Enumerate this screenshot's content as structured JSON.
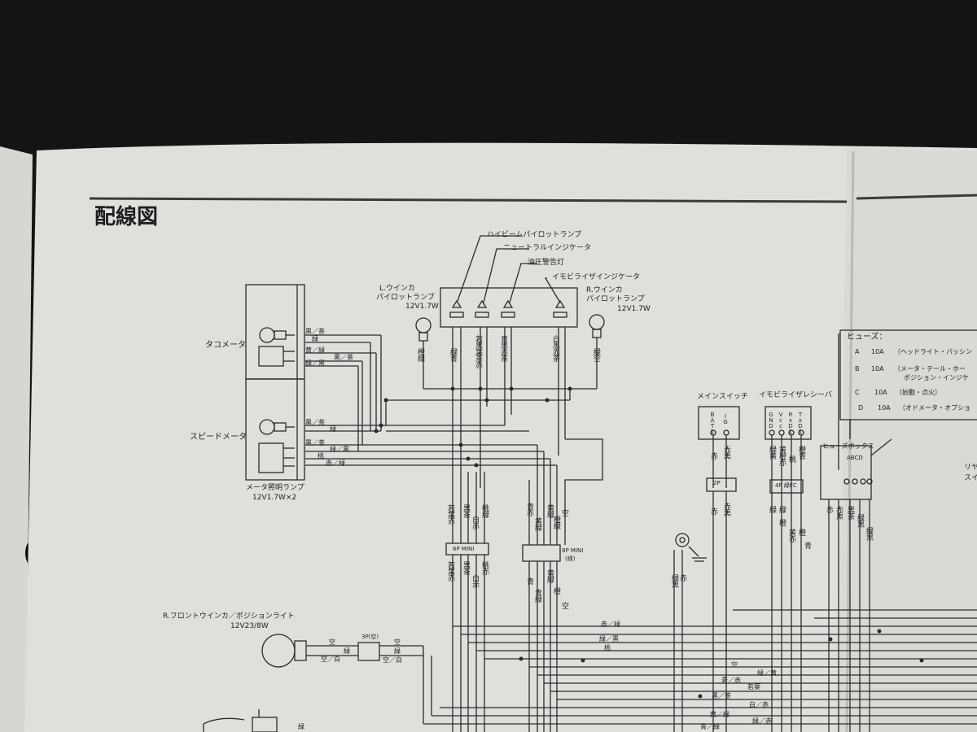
{
  "page": {
    "title": "配線図"
  },
  "indicators": {
    "high_beam": "ハイビームパイロットランプ",
    "neutral": "ニュートラルインジケータ",
    "oil": "油圧警告灯",
    "immobilizer": "イモビライザインジケータ"
  },
  "left_pilot": {
    "name": "L.ウインカ",
    "sub": "パイロットランプ",
    "spec": "12V1.7W"
  },
  "right_pilot": {
    "name": "R.ウインカ",
    "sub": "パイロットランプ",
    "spec": "12V1.7W"
  },
  "meters": {
    "tacho": "タコメータ",
    "speedo": "スピードメータ",
    "illum": "メータ照明ランプ",
    "illum_spec": "12V1.7W×2"
  },
  "front": {
    "name": "R.フロントウインカ／ポジションライト",
    "spec": "12V23/8W"
  },
  "main_switch": {
    "title": "メインスイッチ",
    "t1": "BAT1",
    "t2": "IG"
  },
  "immob": {
    "title": "イモビライザレシーバ",
    "t1": "GND",
    "t2": "Vcc",
    "t3": "RxD1",
    "t4": "TxD1"
  },
  "fuse": {
    "header": "ヒューズ：",
    "rows": [
      {
        "k": "A",
        "amp": "10A",
        "d": "（ヘッドライト・パッシン"
      },
      {
        "k": "B",
        "amp": "10A",
        "d": "（メータ・テール・ホー"
      },
      {
        "k": "",
        "amp": "",
        "d": "ポジション・インジケ"
      },
      {
        "k": "C",
        "amp": "10A",
        "d": "（始動・点火）"
      },
      {
        "k": "D",
        "amp": "10A",
        "d": "（オドメータ・オプショ"
      }
    ],
    "box": "ヒューズボックス",
    "abcd": "ABCD"
  },
  "connectors": {
    "c6p": "6P MINI",
    "c8p": "8P MINI",
    "c8p_sub": "(緑)",
    "c3p": "3P(空)",
    "c2p": "2P",
    "c4p": "4P 緑FC"
  },
  "right_edge": {
    "r1": "リヤ",
    "r2": "スイ"
  },
  "wires": {
    "kuro_cha": "黒／茶",
    "midori": "緑",
    "ki_midori": "黄／緑",
    "midori_kuro": "緑／黒",
    "midori_kuro2": "緑／黒",
    "momo": "桃",
    "aka_midori": "赤／緑",
    "sora": "空",
    "sora_shiro": "空／白",
    "aka_midori2": "赤／緑",
    "midori_kuro3": "緑／黒",
    "momo2": "桃",
    "sora2": "空",
    "midori_ki": "緑／黄",
    "ao_aka": "青／赤",
    "wakaba": "若葉",
    "kuro_cha2": "黒／茶",
    "shiro_aka": "白／赤",
    "ki_midori2": "黄／緑",
    "midori_aka": "緑／赤",
    "midori_kuro4": "緑／黒",
    "ao_midori": "青／緑",
    "midori_bot": "緑"
  },
  "vlabels": {
    "v1": "橙緑",
    "v2": "緑青",
    "v3": "若黒葉茶赤",
    "v4": "青黒赤茶",
    "v5": "白黒赤茶",
    "v6": "緑空",
    "v7": "若葉赤",
    "v8": "黒茶",
    "v9": "白赤",
    "v10": "桃緑",
    "v11": "若葉赤",
    "v12": "黒茶",
    "v13": "白赤",
    "v14": "桃赤",
    "v15": "青赤",
    "v16": "黄緑",
    "v17": "黄緑",
    "v18": "橙緑",
    "v19": "空",
    "v20": "青",
    "v21": "青緑",
    "v22": "黄緑",
    "v23": "橙",
    "v24": "空",
    "v25": "赤",
    "v26": "赤黒",
    "v27": "赤",
    "v28": "赤黒",
    "v29": "緑黄",
    "v30": "黄橙赤",
    "v31": "桃",
    "v32": "橙青",
    "v33": "緑",
    "v34": "緑",
    "v35": "橙",
    "v36": "黄赤",
    "v37": "橙",
    "v38": "青",
    "v39": "赤",
    "v40": "赤黒",
    "v41": "黒茶",
    "v42": "緑黒",
    "v43": "緑黒",
    "v44": "緑黒",
    "v45": "赤",
    "v46": "黒"
  }
}
